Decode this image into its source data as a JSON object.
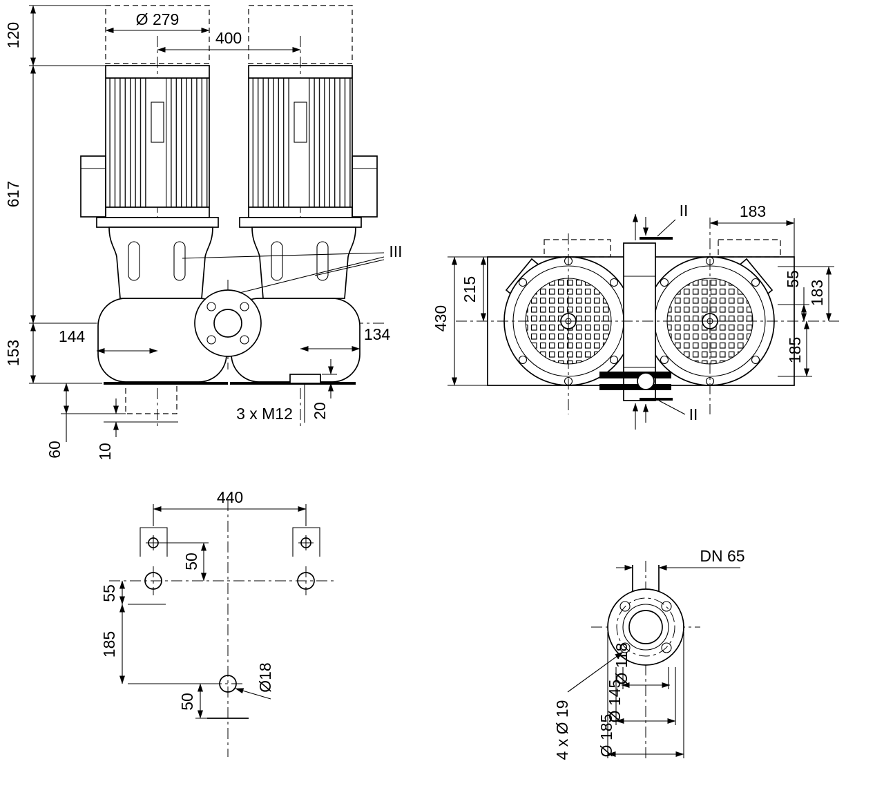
{
  "meta": {
    "background_color": "#ffffff",
    "line_color": "#000000",
    "drawing_type": "pump dimensional drawing"
  },
  "front_view": {
    "motor_clearance": "120",
    "motor_diameter": "Ø 279",
    "motor_spacing": "400",
    "height_total": "617",
    "height_base": "153",
    "offset_left": "144",
    "offset_right": "134",
    "port_depth": "60",
    "port_offset": "10",
    "flange_thickness": "20",
    "tap_label": "3 x M12",
    "detail_label": "III"
  },
  "top_view": {
    "width_top": "183",
    "depth_half": "215",
    "depth_total": "430",
    "offset_55": "55",
    "offset_183": "183",
    "offset_185": "185",
    "section_top": "II",
    "section_bottom": "II"
  },
  "foundation_view": {
    "hole_spacing": "440",
    "offset_top": "50",
    "offset_55": "55",
    "offset_185": "185",
    "offset_bottom": "50",
    "hole_diameter": "Ø18"
  },
  "flange_view": {
    "nominal": "DN 65",
    "raised_face": "Ø 118",
    "bolt_circle": "Ø 145",
    "outer_diameter": "Ø 185",
    "bolt_holes": "4 x Ø 19"
  }
}
